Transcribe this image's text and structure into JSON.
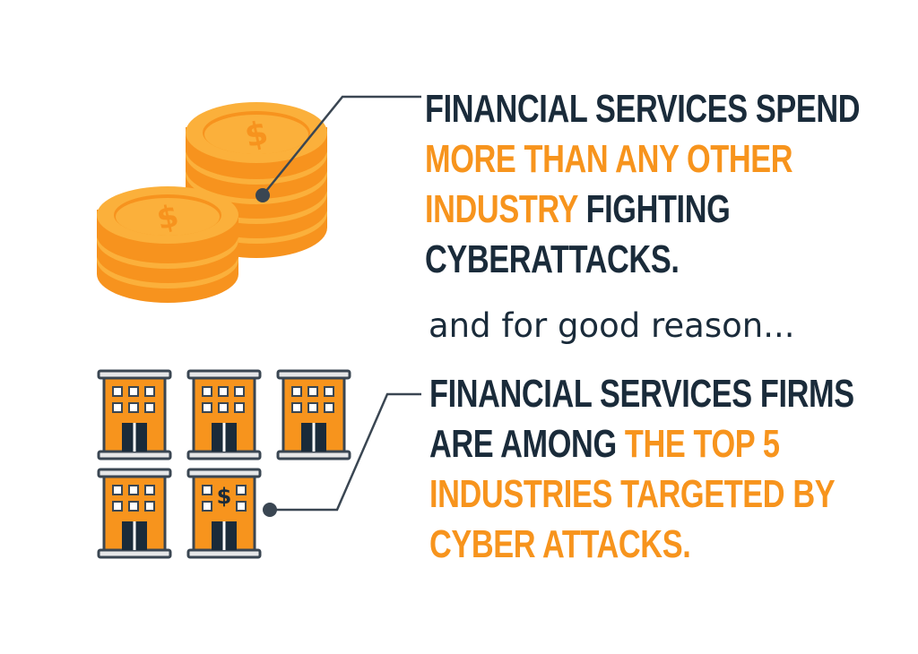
{
  "colors": {
    "dark": "#1a2b3a",
    "orange": "#f7941d",
    "coin": "#fbb03b",
    "coin_dark": "#f7931e",
    "building": "#f7941d"
  },
  "icons": {
    "coins": "coin-stack-icon",
    "buildings": "office-building-icon",
    "bank": "bank-building-icon"
  },
  "block1": {
    "line1": "FINANCIAL SERVICES SPEND",
    "line2": "MORE THAN ANY OTHER",
    "line3_orange": "INDUSTRY",
    "line3_dark": " FIGHTING",
    "line4": "CYBERATTACKS."
  },
  "reason": "and for good reason...",
  "block2": {
    "line1": "FINANCIAL SERVICES FIRMS",
    "line2_dark": "ARE AMONG ",
    "line2_orange": "THE TOP 5",
    "line3": "INDUSTRIES TARGETED BY",
    "line4": "CYBER ATTACKS."
  },
  "bank_symbol": "$"
}
